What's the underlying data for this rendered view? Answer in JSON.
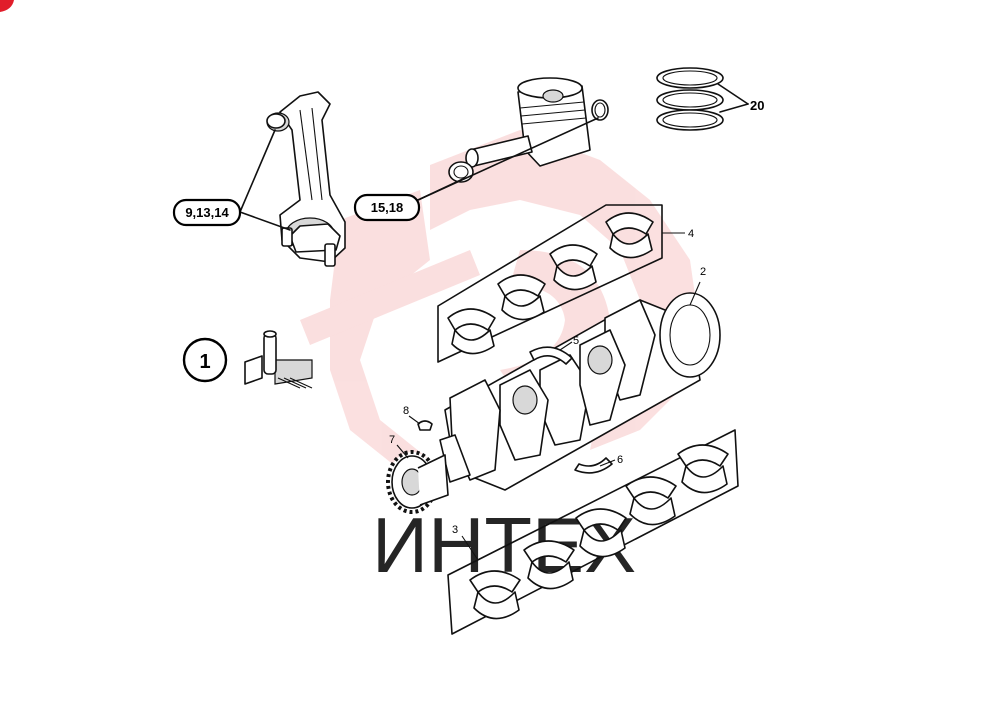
{
  "callouts": {
    "conrod": "9,13,14",
    "piston": "15,18",
    "rings": "20",
    "note_circle": "1"
  },
  "labels": {
    "upper_shells": "4",
    "crankshaft": "2",
    "thrust_upper": "5",
    "thrust_lower": "6",
    "key": "8",
    "gear": "7",
    "main_shells": "3"
  },
  "watermark": {
    "text": "ИНТЕХ",
    "color": "#e63c3c"
  },
  "colors": {
    "ink": "#111111",
    "corner_mark": "#e11d2a"
  },
  "icons": {
    "corner": "red-corner-mark",
    "note": "dowel-pin-icon"
  }
}
